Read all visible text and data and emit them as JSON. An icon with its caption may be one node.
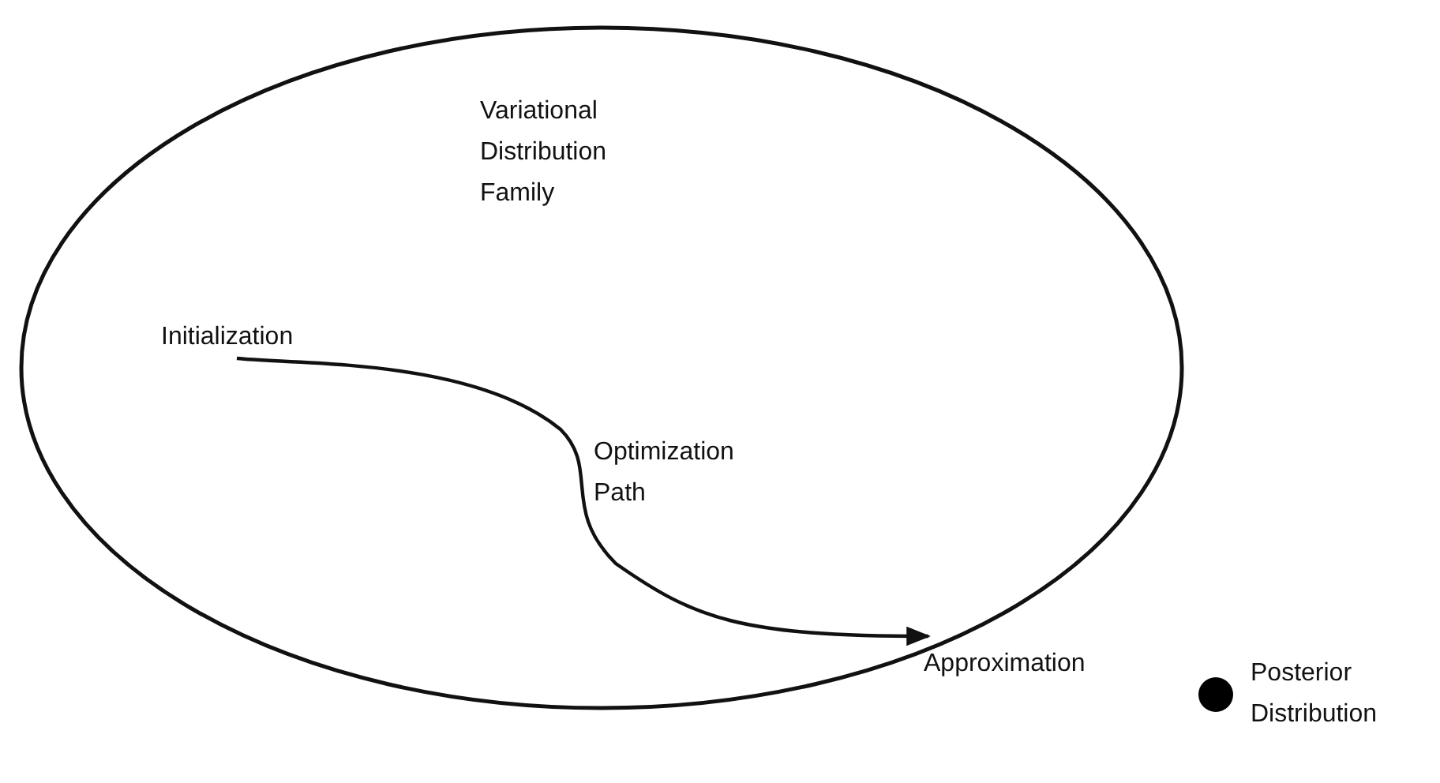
{
  "diagram": {
    "nodes": [
      {
        "text": [
          "Variational Distribution Family"
        ]
      },
      {
        "text": [
          "Initialization"
        ],
        "in": 0
      },
      {
        "text": [
          "Approximation"
        ]
      },
      {
        "text": [
          "Posterior Distribution"
        ]
      }
    ],
    "edges": [
      {
        "from": 1,
        "to": 2,
        "arrow": "to",
        "label": "Optimization Path"
      }
    ]
  }
}
